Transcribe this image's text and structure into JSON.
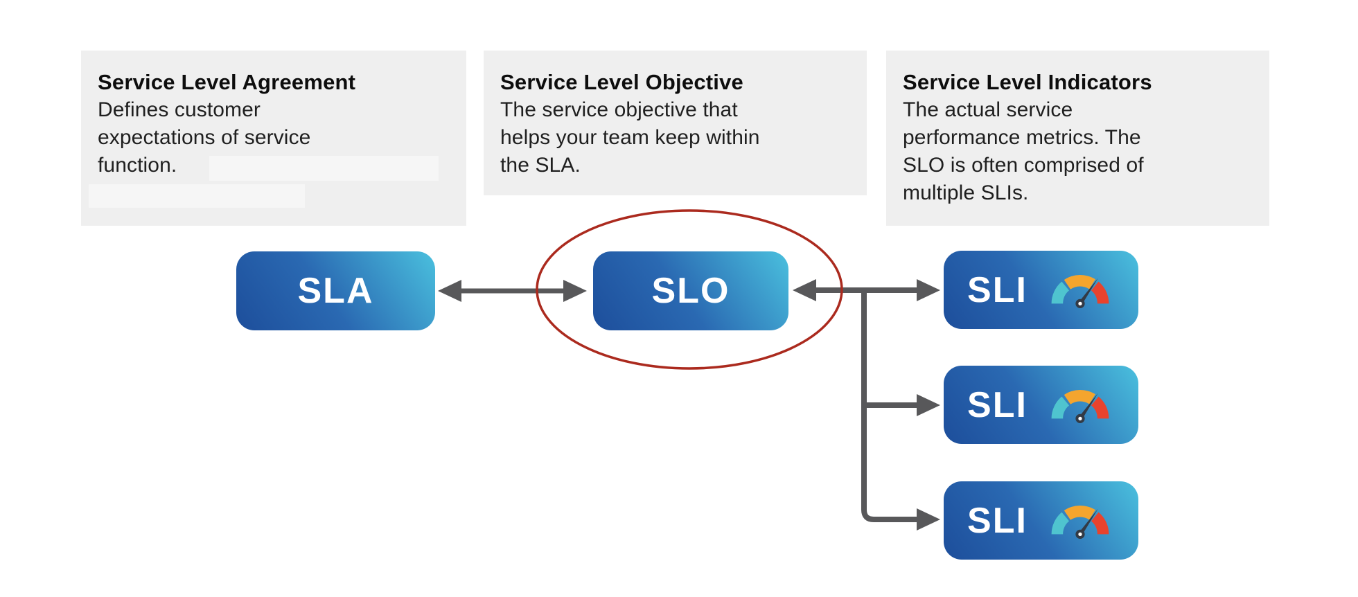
{
  "cards": [
    {
      "title": "Service Level Agreement",
      "body": "Defines customer\nexpectations of service\nfunction."
    },
    {
      "title": "Service Level Objective",
      "body": "The service objective that\nhelps your team keep within\nthe SLA."
    },
    {
      "title": "Service Level Indicators",
      "body": "The actual service\nperformance metrics. The\nSLO is often comprised of\nmultiple SLIs."
    }
  ],
  "nodes": {
    "sla": {
      "label": "SLA"
    },
    "slo": {
      "label": "SLO"
    },
    "sli": [
      {
        "label": "SLI"
      },
      {
        "label": "SLI"
      },
      {
        "label": "SLI"
      }
    ]
  },
  "icons": {
    "sli_gauge": "speedometer-gauge-icon"
  },
  "colors": {
    "card_bg": "#efefef",
    "redact_bg": "#f6f6f6",
    "node_gradient_start": "#1d4e9b",
    "node_gradient_end": "#4ac0de",
    "node_text": "#ffffff",
    "arrow": "#58585a",
    "highlight_ellipse": "#ab2a1e",
    "gauge_teal": "#4fc4cf",
    "gauge_orange": "#f4a52e",
    "gauge_red": "#e8432d",
    "gauge_needle": "#333a45"
  }
}
